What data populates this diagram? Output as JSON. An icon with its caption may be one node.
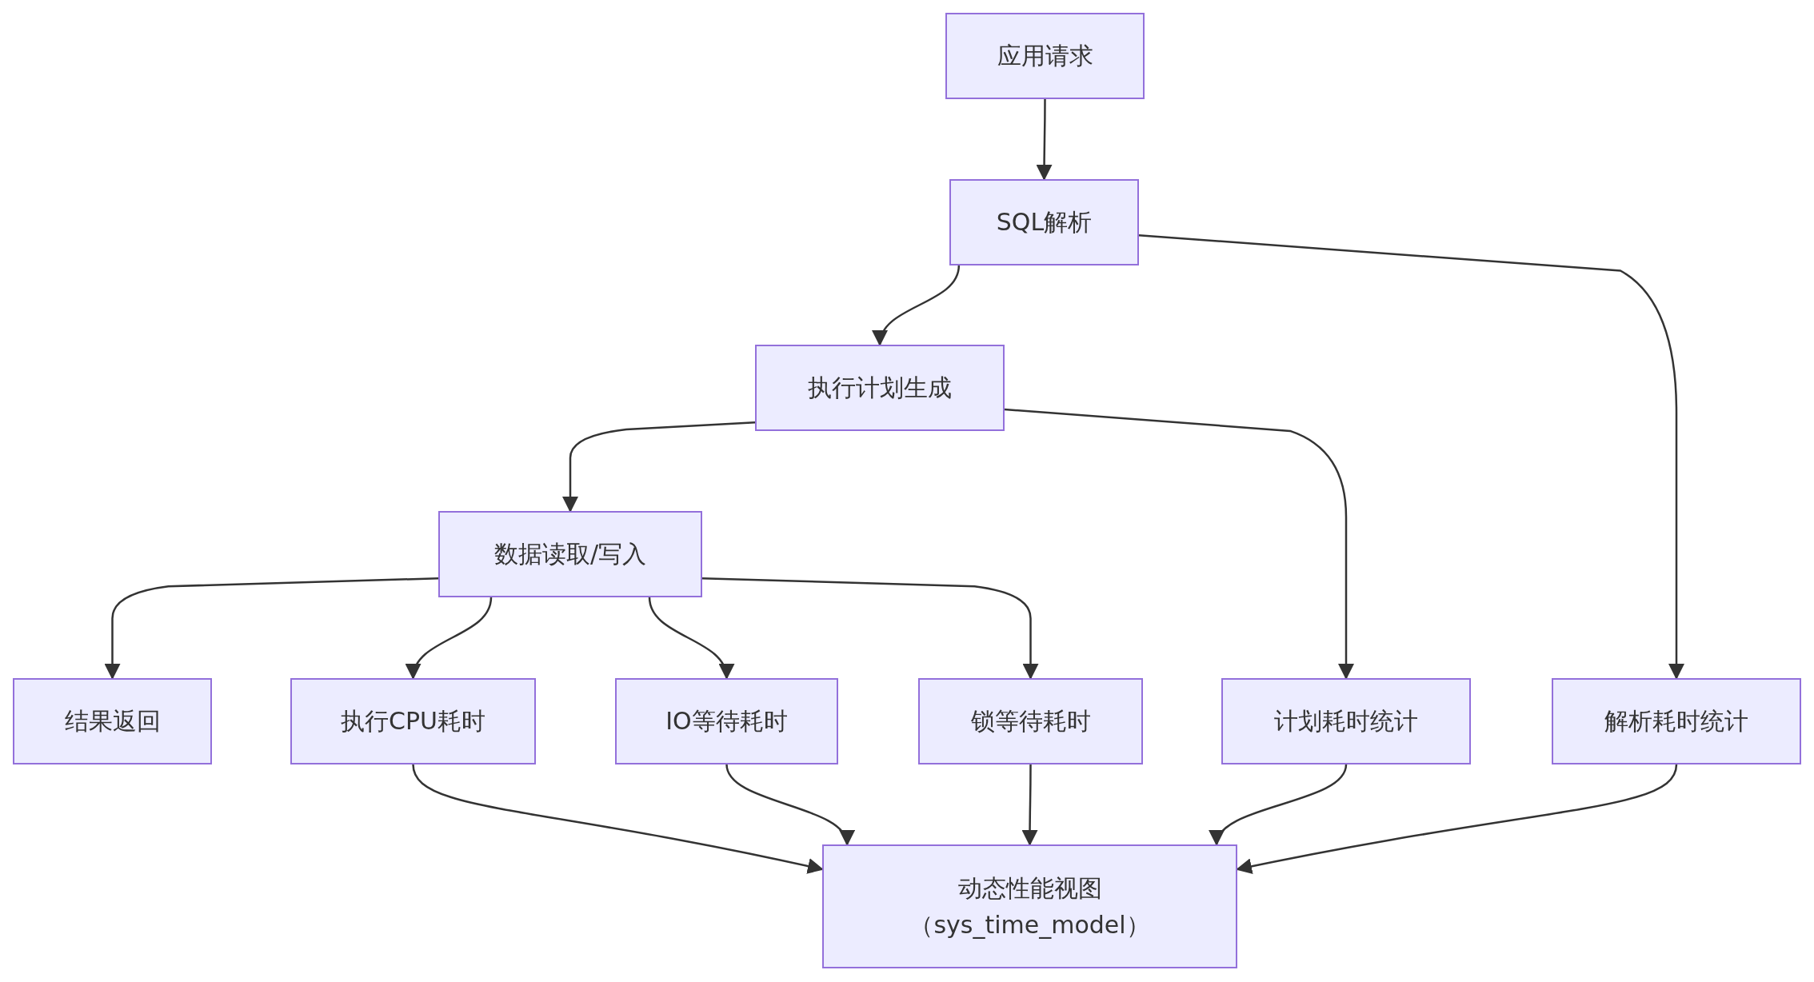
{
  "diagram": {
    "nodes": [
      {
        "text": [
          "应用请求"
        ]
      },
      {
        "text": [
          "SQL解析"
        ]
      },
      {
        "text": [
          "执行计划生成"
        ]
      },
      {
        "text": [
          "数据读取/写入"
        ]
      },
      {
        "text": [
          "结果返回"
        ]
      },
      {
        "text": [
          "执行CPU耗时"
        ]
      },
      {
        "text": [
          "IO等待耗时"
        ]
      },
      {
        "text": [
          "锁等待耗时"
        ]
      },
      {
        "text": [
          "计划耗时统计"
        ]
      },
      {
        "text": [
          "解析耗时统计"
        ]
      },
      {
        "text": [
          "动态性能视图",
          "（sys_time_model）"
        ]
      }
    ],
    "edges": [
      {
        "from": 0,
        "to": 1,
        "arrow": "to"
      },
      {
        "from": 1,
        "to": 2,
        "arrow": "to"
      },
      {
        "from": 1,
        "to": 9,
        "arrow": "to"
      },
      {
        "from": 2,
        "to": 3,
        "arrow": "to"
      },
      {
        "from": 2,
        "to": 8,
        "arrow": "to"
      },
      {
        "from": 3,
        "to": 4,
        "arrow": "to"
      },
      {
        "from": 3,
        "to": 5,
        "arrow": "to"
      },
      {
        "from": 3,
        "to": 6,
        "arrow": "to"
      },
      {
        "from": 3,
        "to": 7,
        "arrow": "to"
      },
      {
        "from": 5,
        "to": 10,
        "arrow": "to"
      },
      {
        "from": 6,
        "to": 10,
        "arrow": "to"
      },
      {
        "from": 7,
        "to": 10,
        "arrow": "to"
      },
      {
        "from": 8,
        "to": 10,
        "arrow": "to"
      },
      {
        "from": 9,
        "to": 10,
        "arrow": "to"
      }
    ]
  }
}
